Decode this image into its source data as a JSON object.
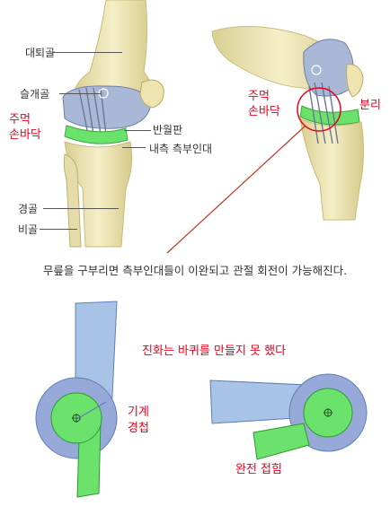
{
  "knee_bent": {
    "femur": "대퇴골",
    "patella": "슬개골",
    "fist_left": "주먹",
    "palm_left": "손바닥",
    "meniscus": "반월판",
    "mcl": "내측 측부인대",
    "tibia": "경골",
    "fibula": "비골"
  },
  "knee_flexed": {
    "fist_right": "주먹",
    "palm_right": "손바닥",
    "separation": "분리"
  },
  "caption": "무릎을 구부리면 측부인대들이 이완되고 관절 회전이 가능해진다.",
  "mechanism": {
    "note": "진화는 바퀴를 만들지 못 했다",
    "machine": "기계",
    "lockout": "경첩",
    "full_fold": "완전 접힘"
  },
  "colors": {
    "bone": "#f1e8b8",
    "cartilage": "#a8b8d6",
    "meniscus_green": "#6be26b",
    "accent_red": "#e8001c",
    "link_blue": "#a9c3e6",
    "hub_blue": "#97a9d9"
  }
}
